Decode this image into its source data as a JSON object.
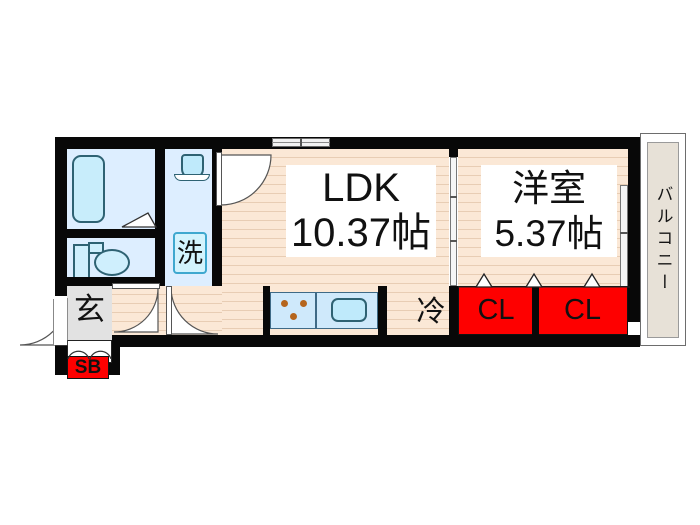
{
  "plan": {
    "type": "japanese-floor-plan",
    "rooms": [
      {
        "id": "ldk",
        "label_line1": "LDK",
        "label_line2": "10.37帖",
        "area_jo": 10.37
      },
      {
        "id": "bedroom",
        "label_line1": "洋室",
        "label_line2": "5.37帖",
        "area_jo": 5.37
      },
      {
        "id": "balcony",
        "label_line1": "バルコニー",
        "label_line2": ""
      }
    ],
    "labels": {
      "ldk_name": "LDK",
      "ldk_size": "10.37帖",
      "bedroom_name": "洋室",
      "bedroom_size": "5.37帖",
      "balcony": "バルコニー",
      "entrance": "玄",
      "shoebox": "SB",
      "washer": "洗",
      "fridge": "冷",
      "closet_left": "CL",
      "closet_right": "CL"
    },
    "colors": {
      "wall": "#080808",
      "wood_floor": "#fbe8d6",
      "wood_line": "#e8cdb4",
      "wet_area": "#ddeeff",
      "closet_red": "#fe0000",
      "balcony": "#e7e1d7",
      "entrance_gray": "#e2e2e2",
      "fixture_blue": "#c8edfb",
      "fixture_outline": "#2e6273",
      "burner": "#b5651d",
      "background": "#ffffff"
    },
    "fixtures": [
      {
        "name": "bathtub",
        "room": "bathroom"
      },
      {
        "name": "toilet",
        "room": "toilet"
      },
      {
        "name": "hand-basin",
        "room": "toilet"
      },
      {
        "name": "vanity-basin",
        "room": "washroom"
      },
      {
        "name": "washing-machine",
        "room": "washroom",
        "mark": "洗"
      },
      {
        "name": "kitchen-sink",
        "room": "ldk"
      },
      {
        "name": "gas-stove",
        "room": "ldk",
        "burners": 3
      },
      {
        "name": "refrigerator-space",
        "room": "ldk",
        "mark": "冷"
      },
      {
        "name": "shoe-box",
        "room": "entrance",
        "mark": "SB"
      },
      {
        "name": "closet",
        "room": "bedroom",
        "mark": "CL",
        "count": 2
      }
    ],
    "openings": [
      {
        "name": "entrance-door",
        "kind": "hinged-out"
      },
      {
        "name": "ldk-door",
        "kind": "hinged"
      },
      {
        "name": "corridor-door",
        "kind": "hinged"
      },
      {
        "name": "bathroom-door",
        "kind": "folding"
      },
      {
        "name": "washroom-door",
        "kind": "hinged"
      },
      {
        "name": "bedroom-sliding-door",
        "kind": "sliding"
      },
      {
        "name": "balcony-sliding-window",
        "kind": "sliding"
      },
      {
        "name": "ldk-north-window",
        "kind": "sliding-window"
      },
      {
        "name": "closet-folding-doors",
        "kind": "folding",
        "count": 2
      }
    ]
  }
}
